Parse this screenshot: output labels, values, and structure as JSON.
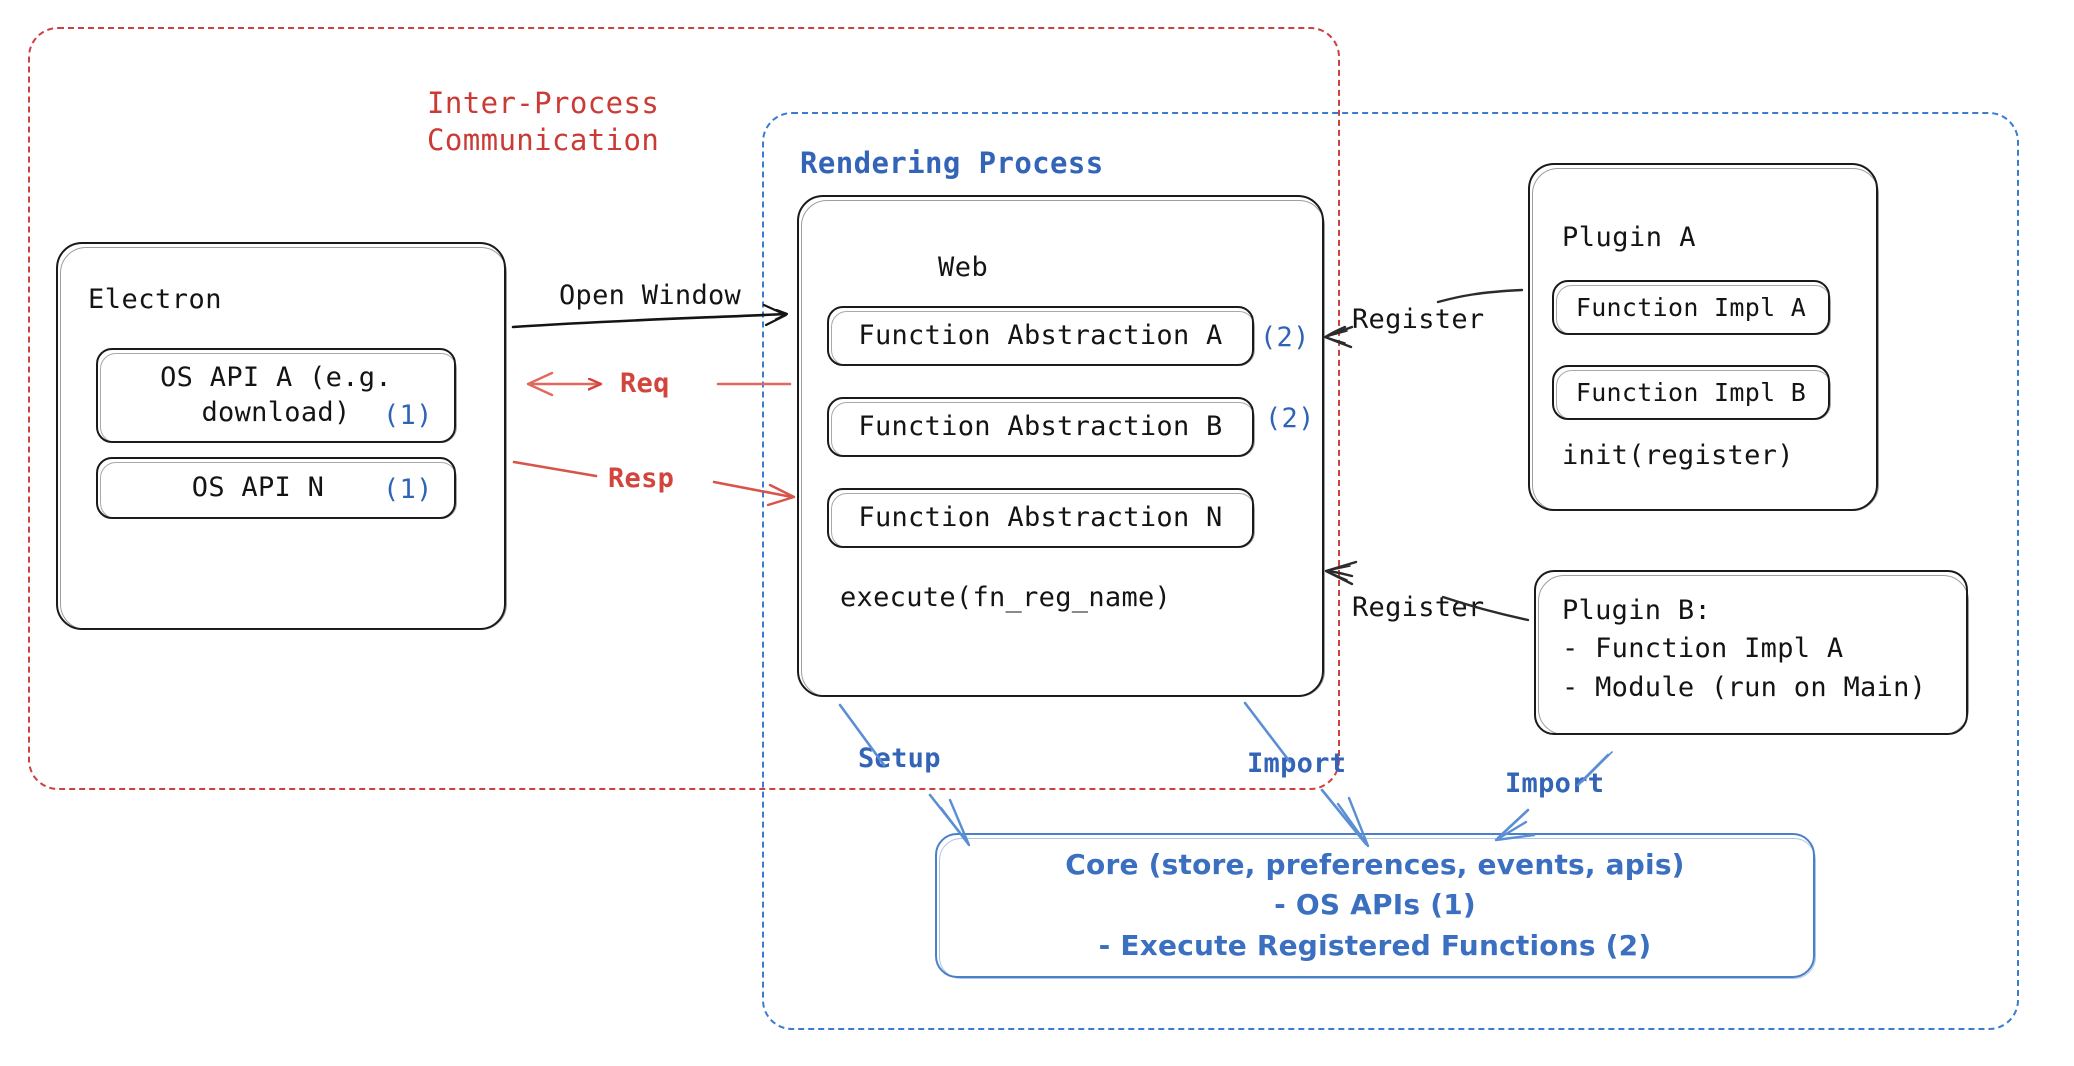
{
  "diagram": {
    "title": "Electron plugin architecture",
    "colors": {
      "ipc_red": "#cb3b35",
      "render_blue": "#3364b8",
      "core_blue": "#3b6fc0",
      "arrow_red": "#d2453d",
      "arrow_black": "#141414",
      "badge_blue": "#2f64b5"
    }
  },
  "regions": {
    "ipc": {
      "label": "Inter-Process\nCommunication"
    },
    "rendering": {
      "label": "Rendering Process"
    }
  },
  "electron": {
    "title": "Electron",
    "apis": [
      {
        "text": "OS API A (e.g.\ndownload)",
        "badge": "(1)"
      },
      {
        "text": "OS API N",
        "badge": "(1)"
      }
    ]
  },
  "web": {
    "title": "Web",
    "abstractions": [
      {
        "text": "Function Abstraction A",
        "badge": "(2)"
      },
      {
        "text": "Function Abstraction B",
        "badge": "(2)"
      },
      {
        "text": "Function Abstraction N",
        "badge": ""
      }
    ],
    "footer": "execute(fn_reg_name)"
  },
  "plugin_a": {
    "title": "Plugin A",
    "items": [
      {
        "text": "Function Impl A"
      },
      {
        "text": "Function Impl B"
      }
    ],
    "footer": "init(register)"
  },
  "plugin_b": {
    "text": "Plugin B:\n- Function Impl A\n- Module (run on Main)"
  },
  "core": {
    "text": "Core (store, preferences, events, apis)\n- OS APIs (1)\n- Execute Registered Functions (2)"
  },
  "edges": {
    "open_window": "Open Window",
    "req": "Req",
    "resp": "Resp",
    "register_a": "Register",
    "register_b": "Register",
    "setup": "Setup",
    "import_web": "Import",
    "import_plugin_b": "Import"
  }
}
